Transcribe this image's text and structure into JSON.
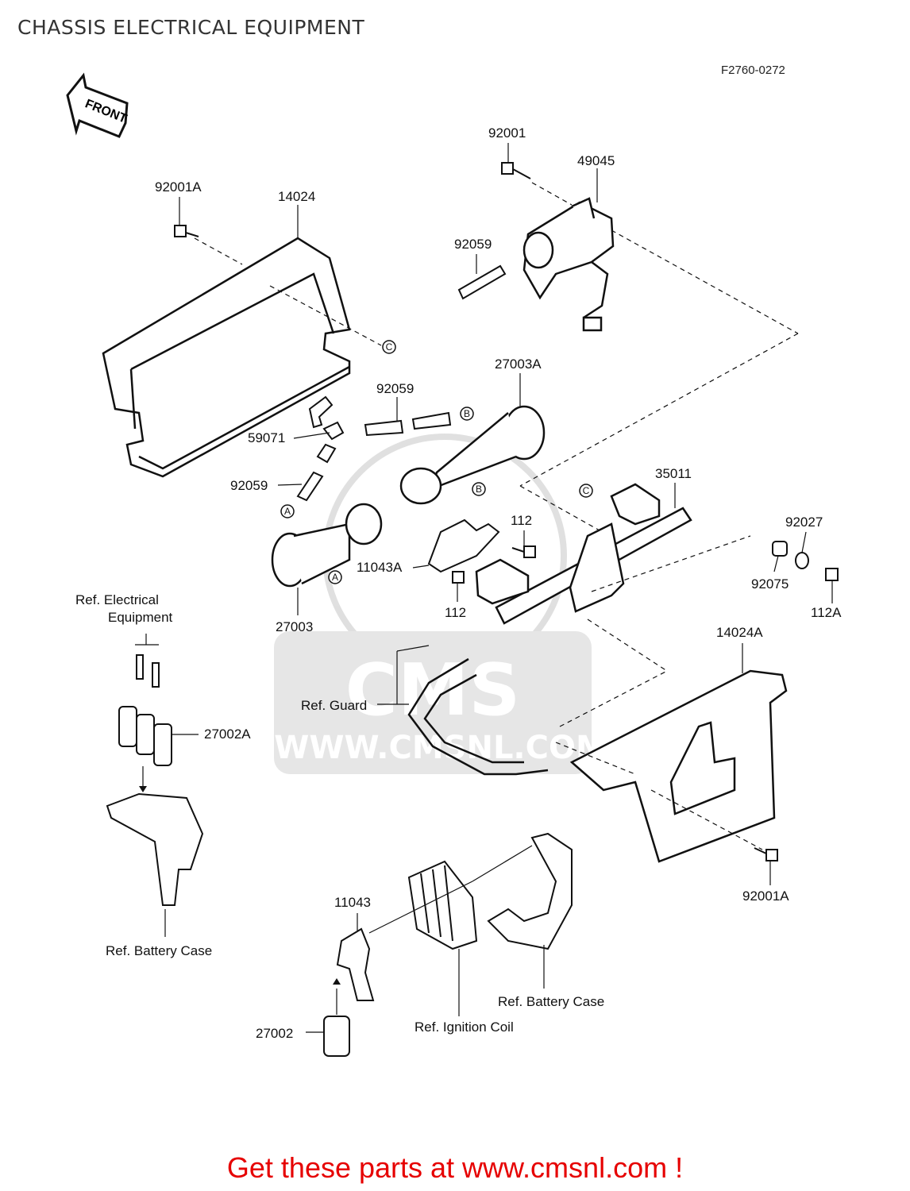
{
  "title": "CHASSIS ELECTRICAL EQUIPMENT",
  "figure_code": "F2760-0272",
  "front_arrow": "FRONT",
  "watermark": {
    "brand": "CMS",
    "url": "WWW.CMSNL.COM"
  },
  "parts": {
    "p92001": "92001",
    "p49045": "49045",
    "p92001A_top": "92001A",
    "p14024": "14024",
    "p92059_top": "92059",
    "p27003A": "27003A",
    "p92059_mid": "92059",
    "p59071": "59071",
    "p92059_left": "92059",
    "p35011": "35011",
    "p112_a": "112",
    "p11043A": "11043A",
    "p112_b": "112",
    "p27003": "27003",
    "p92027": "92027",
    "p92075": "92075",
    "p112A": "112A",
    "p14024A": "14024A",
    "p27002A": "27002A",
    "p92001A_bottom": "92001A",
    "p11043": "11043",
    "p27002": "27002"
  },
  "refs": {
    "electrical_line1": "Ref. Electrical",
    "electrical_line2": "Equipment",
    "guard": "Ref. Guard",
    "battery_case_left": "Ref. Battery Case",
    "battery_case_right": "Ref. Battery Case",
    "ignition_coil": "Ref. Ignition Coil"
  },
  "markers": {
    "a": "A",
    "b": "B",
    "c": "C"
  },
  "promo": "Get these parts at www.cmsnl.com !"
}
